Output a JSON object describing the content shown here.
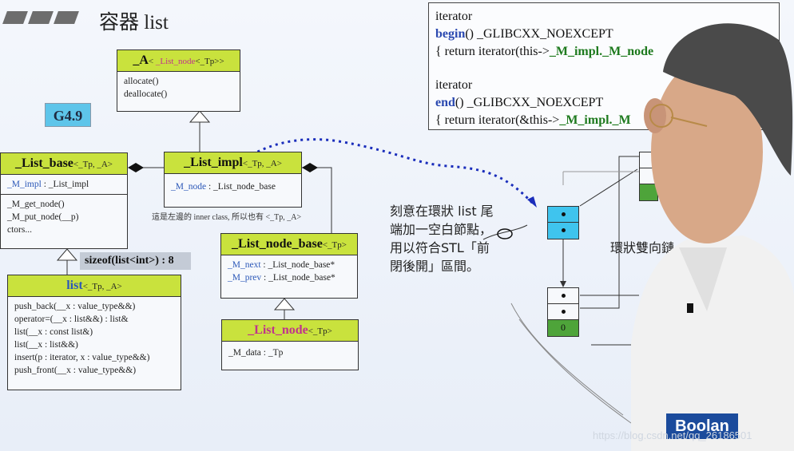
{
  "slide": {
    "title": "容器 list",
    "badge": "G4.9",
    "sizeof_note": "sizeof(list<int>) : 8",
    "inner_class_note": "這是左邊的 inner class, 所以也有 <_Tp, _A>"
  },
  "classes": {
    "alloc": {
      "name": "_A",
      "tparams_pre": "< ",
      "tparams_pink": "_List_node",
      "tparams_post": "<_Tp>>",
      "members": [
        "allocate()",
        "deallocate()"
      ]
    },
    "list_base": {
      "name": "_List_base",
      "tparams": "<_Tp, _A>",
      "field_name": "_M_impl",
      "field_type": " : _List_impl",
      "methods": [
        "_M_get_node()",
        "_M_put_node(__p)",
        "ctors..."
      ]
    },
    "list_impl": {
      "name": "_List_impl",
      "tparams": "<_Tp, _A>",
      "field_name": "_M_node",
      "field_type": " : _List_node_base"
    },
    "list": {
      "name": "list",
      "tparams": "<_Tp, _A>",
      "methods": [
        "push_back(__x : value_type&&)",
        "operator=(__x : list&&) : list&",
        "list(__x : const list&)",
        "list(__x : list&&)",
        "insert(p : iterator, x : value_type&&)",
        "push_front(__x : value_type&&)"
      ]
    },
    "node_base": {
      "name": "_List_node_base",
      "tparams": "<_Tp>",
      "fields": [
        {
          "name": "_M_next",
          "type": " : _List_node_base*"
        },
        {
          "name": "_M_prev",
          "type": " : _List_node_base*"
        }
      ]
    },
    "node": {
      "name": "_List_node",
      "tparams": "<_Tp>",
      "field": "_M_data : _Tp"
    }
  },
  "code": {
    "l1": "iterator",
    "l2_kw": "begin",
    "l2_rest": "() _GLIBCXX_NOEXCEPT",
    "l3_pre": "{ return iterator(this->",
    "l3_hl": "_M_impl._M_node",
    "l4": "iterator",
    "l5_kw": "end",
    "l5_rest": "() _GLIBCXX_NOEXCEPT",
    "l6_pre": "{ return iterator(&this->",
    "l6_hl": "_M_impl._M"
  },
  "annotations": {
    "chinese_note": "刻意在環狀 list 尾端加一空白節點，用以符合STL「前閉後開」區間。",
    "ring_label": "環狀雙向鏈",
    "node_value": "0"
  },
  "branding": {
    "logo": "Boolan",
    "watermark": "https://blog.csdn.net/qq_26186501"
  },
  "colors": {
    "class_header": "#c9e23d",
    "badge": "#5ec5ea",
    "node_cyan": "#3fc4ee",
    "node_green": "#4ea43a",
    "code_blue": "#2b49b0",
    "code_green": "#1e7a1e"
  }
}
